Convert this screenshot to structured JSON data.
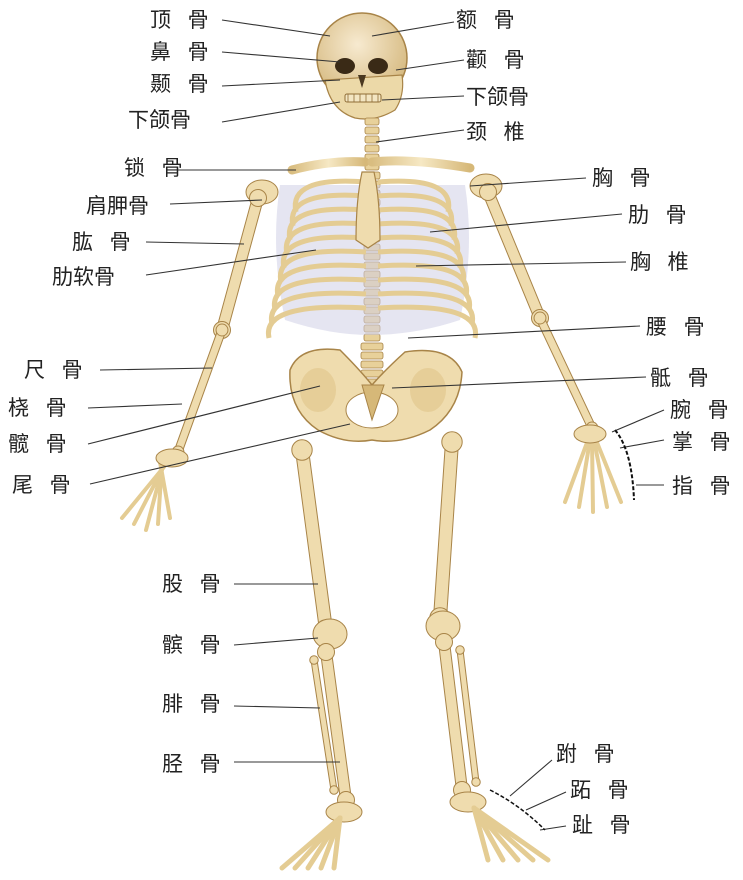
{
  "labels_left": [
    {
      "id": "ding-gu",
      "text": "顶 骨"
    },
    {
      "id": "bi-gu",
      "text": "鼻 骨"
    },
    {
      "id": "nie-gu",
      "text": "颞 骨"
    },
    {
      "id": "xia-he-gu-left",
      "text": "下颌骨"
    },
    {
      "id": "suo-gu",
      "text": "锁 骨"
    },
    {
      "id": "jian-jia-gu",
      "text": "肩胛骨"
    },
    {
      "id": "gong-gu",
      "text": "肱 骨"
    },
    {
      "id": "lei-ruan-gu",
      "text": "肋软骨"
    },
    {
      "id": "chi-gu",
      "text": "尺 骨"
    },
    {
      "id": "rao-gu",
      "text": "桡 骨"
    },
    {
      "id": "kuan-gu",
      "text": "髋 骨"
    },
    {
      "id": "wei-gu",
      "text": "尾 骨"
    },
    {
      "id": "gu-gu",
      "text": "股 骨"
    },
    {
      "id": "bin-gu",
      "text": "髌 骨"
    },
    {
      "id": "fei-gu",
      "text": "腓 骨"
    },
    {
      "id": "jing-gu",
      "text": "胫 骨"
    }
  ],
  "labels_right": [
    {
      "id": "e-gu",
      "text": "额 骨"
    },
    {
      "id": "quan-gu",
      "text": "颧 骨"
    },
    {
      "id": "xia-he-gu-right",
      "text": "下颌骨"
    },
    {
      "id": "jing-zhui",
      "text": "颈 椎"
    },
    {
      "id": "xiong-gu",
      "text": "胸 骨"
    },
    {
      "id": "lei-gu",
      "text": "肋 骨"
    },
    {
      "id": "xiong-zhui",
      "text": "胸 椎"
    },
    {
      "id": "yao-gu",
      "text": "腰 骨"
    },
    {
      "id": "di-gu",
      "text": "骶 骨"
    },
    {
      "id": "wan-gu",
      "text": "腕 骨"
    },
    {
      "id": "zhang-gu",
      "text": "掌 骨"
    },
    {
      "id": "zhi-gu",
      "text": "指 骨"
    },
    {
      "id": "fu-gu",
      "text": "跗 骨"
    },
    {
      "id": "zhi-gu-foot",
      "text": "跖 骨"
    },
    {
      "id": "zhi-gu-toe",
      "text": "趾 骨"
    }
  ],
  "colors": {
    "bone": "#efdcae",
    "bone_shade": "#d6b878",
    "bone_outline": "#a88448",
    "rib_shadow": "#c9cbe0",
    "leader_line": "#333333"
  }
}
